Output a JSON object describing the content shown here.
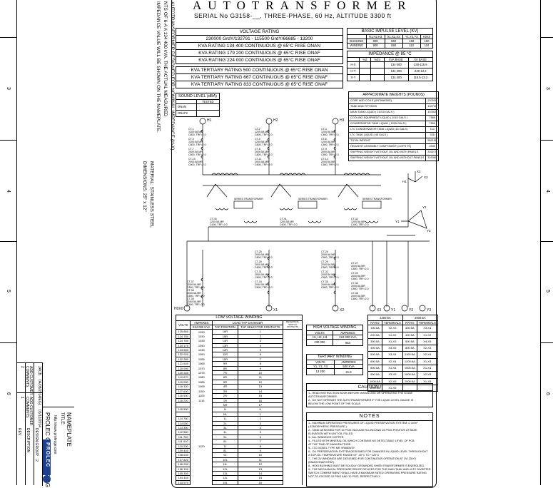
{
  "title": "AUTOTRANSFORMER",
  "serial_line": "SERIAL No G3158-__,  THREE-PHASE, 60 Hz, ALTITUDE 3300 ft",
  "side_note": [
    "AUTOTRANSFORMER DESIGNED FOR NOMINAL IMPEDANCE (H-X)",
    "NTS OF 6-A A 134 400 kVA. THE ACTUAL MEASURED",
    "IMPEDANCE VALUE WILL BE SHOWN ON THE NAMEPLATE."
  ],
  "material_note": [
    "MATERIAL: STAINLESS STEEL",
    "DIMENSIONS: 25\" x 12\""
  ],
  "voltage_rating": {
    "header": "VOLTAGE RATING",
    "line1": "230000 GrdY/132791 - 115500 GrdY/66685 - 13200",
    "rows": [
      "KVA RATING 134 400 CONTINUOUS @ 65°C RISE ONAN",
      "KVA RATING 179 200 CONTINUOUS @ 65°C RISE ONAF",
      "KVA RATING 224 000 CONTINUOUS @ 65°C RISE ONAF"
    ],
    "tertiary": [
      "KVA TERTIARY RATING 500 CONTINUOUS @ 65°C RISE ONAN",
      "KVA TERTIARY RATING 667 CONTINUOUS @ 65°C RISE ONAF",
      "KVA TERTIARY RATING 833 CONTINUOUS @ 65°C RISE ONAF"
    ]
  },
  "bil": {
    "header": "BASIC IMPULSE LEVEL (KV)",
    "cols": [
      "",
      "H1,H2,H3",
      "X1,X2,X3",
      "Y1,Y2,Y3",
      "H0X0"
    ],
    "rows": [
      [
        "BUSHING",
        "900",
        "650",
        "150",
        "150"
      ],
      [
        "WINDING",
        "900",
        "550",
        "110",
        "110"
      ]
    ]
  },
  "impedance": {
    "header": "IMPEDANCE @ 85 °C",
    "cols": [
      "",
      "%Z",
      "%Zo",
      "kVA BASE",
      "kV BASE"
    ],
    "rows": [
      [
        "H-X",
        "",
        "",
        "134 400",
        "230-115.5"
      ],
      [
        "H-Y",
        "",
        "",
        "134 400",
        "230-13.2"
      ],
      [
        "X-Y",
        "",
        "",
        "134 400",
        "115.5-13.2"
      ]
    ]
  },
  "sound": {
    "header": "SOUND LEVEL (dBA)",
    "cols": [
      "",
      "TESTED"
    ],
    "rows": [
      "ONAN",
      "ONAF2"
    ]
  },
  "weights": {
    "header": "APPROXIMATE WEIGHTS (POUNDS)",
    "rows": [
      [
        "CORE AND COILS (UNTANKING)",
        "237630"
      ],
      [
        "TANK AND FITTINGS",
        "140740"
      ],
      [
        "MAIN TANK LIQUID ( 21015 GALS )",
        "157820"
      ],
      [
        "COOLING EQUIPMENT LIQUID ( 1015 GALS )",
        "7585"
      ],
      [
        "CONSERVATOR TANK LIQUID ( 1025 GALS )",
        "7650"
      ],
      [
        "LTC CONSERVATOR TANK LIQUID (15 GALS)",
        "110"
      ],
      [
        "LTC TANK LIQUID ( 45 GALS )",
        "335"
      ],
      [
        "TOTAL WEIGHT",
        "552150"
      ],
      [
        "HEAVIEST ASSEMBLY COMPONENT (COPS TK)",
        "4940"
      ],
      [
        "SHIPPING WEIGHT WITHOUT OIL AND WITH PANELS",
        "333270"
      ],
      [
        "SHIPPING WEIGHT WITHOUT OIL AND WITHOUT PANELS",
        "329360"
      ]
    ]
  },
  "bushings": {
    "h": [
      "H1",
      "H2",
      "H3"
    ],
    "x": [
      "X1",
      "X2",
      "X3"
    ],
    "y": [
      "Y1",
      "Y2",
      "Y3"
    ],
    "h0x0": "H0X0"
  },
  "ct_labels": {
    "top": [
      [
        "CT-1",
        "1200:5A MR",
        "C800, TRF=2.0",
        "CT-4",
        "1200:5A MR",
        "C800, TRF=2.0",
        "CT-7",
        "2000:5A MR",
        "C800, TRF=2.0",
        "CT-10",
        "2000:5A MR",
        "C800, TRF=2.0"
      ],
      [
        "CT-2",
        "1200:5A MR",
        "C800, TRF=2.0",
        "CT-5",
        "1200:5A MR",
        "C800, TRF=2.0",
        "CT-8",
        "2000:5A MR",
        "C800, TRF=2.0",
        "CT-11",
        "2000:5A MR",
        "C800, TRF=2.0"
      ],
      [
        "CT-3",
        "1200:5A MR",
        "C800, TRF=2.0",
        "CT-6",
        "1200:5A MR",
        "C800, TRF=2.0",
        "CT-9",
        "2000:5A MR",
        "C800, TRF=2.0",
        "CT-12",
        "2000:5A MR",
        "C800, TRF=2.0"
      ]
    ],
    "mid": [
      "CT-40",
      "1200:5A MR",
      "C400, TRF=2.0",
      "CT-41",
      "1200:5A MR",
      "C400, TRF=2.0",
      "CT-42",
      "1200:5A MR",
      "C400, TRF=2.0"
    ],
    "bottom": [
      [
        "CT-25",
        "2000:5A MR",
        "C800, TRF=2.0",
        "CT-28",
        "2000:5A MR",
        "C800, TRF=2.0",
        "CT-31",
        "2000:5A MR",
        "C800, TRF=2.0",
        "CT-34",
        "2000:5A MR",
        "C800, TRF=2.0"
      ],
      [
        "CT-26",
        "2000:5A MR",
        "C800, TRF=2.0",
        "CT-29",
        "2000:5A MR",
        "C800, TRF=2.0",
        "CT-32",
        "2000:5A MR",
        "C800, TRF=2.0",
        "CT-35",
        "2000:5A MR",
        "C800, TRF=2.0"
      ],
      [
        "CT-27",
        "2000:5A MR",
        "C800, TRF=2.0",
        "CT-30",
        "2000:5A MR",
        "C800, TRF=2.0",
        "CT-33",
        "2000:5A MR",
        "C800, TRF=2.0",
        "CT-36",
        "2000:5A MR",
        "C800, TRF=2.0"
      ]
    ],
    "h0": [
      "CT-37",
      "2000:5A MR",
      "C800, TRF=2.0",
      "CT-38",
      "2000:5A MR",
      "C800, TRF=2.0",
      "CT-39",
      "2000:5A MR",
      "C800, TRF=2.0"
    ],
    "series": "SERIES TRANSFORMER"
  },
  "lvw": {
    "header": "LOW VOLTAGE WINDING",
    "cols": [
      "VOLTS",
      "AMPERES",
      "LOAD TAP CHANGER",
      "REVERSING SWITCH CONTACTS"
    ],
    "sub": [
      "X1, X2, X3",
      "224 000 KVA",
      "TAP POSITION",
      "TAP SELECTOR CONTACTS"
    ],
    "rows": [
      [
        "125 860",
        "1030",
        "16R",
        "1"
      ],
      [
        "124 780",
        "1030",
        "15R",
        "2"
      ],
      [
        "124 780",
        "1035",
        "14R",
        "3"
      ],
      [
        "124 170",
        "1040",
        "13R",
        "4"
      ],
      [
        "123 550",
        "1045",
        "12R",
        "5"
      ],
      [
        "122 920",
        "1050",
        "11R",
        "6"
      ],
      [
        "122 280",
        "1055",
        "10R",
        "7"
      ],
      [
        "121 640",
        "1065",
        "9R",
        "8"
      ],
      [
        "120 990",
        "1070",
        "8R",
        "9"
      ],
      [
        "120 340",
        "1075",
        "7R",
        "10"
      ],
      [
        "119 670",
        "1080",
        "6R",
        "11"
      ],
      [
        "119 000",
        "1085",
        "5R",
        "12"
      ],
      [
        "118 320",
        "1095",
        "4R",
        "13"
      ],
      [
        "117 630",
        "1100",
        "3R",
        "14"
      ],
      [
        "116 930",
        "1105",
        "2R",
        "15"
      ],
      [
        "116 220",
        "1115",
        "1R",
        "16"
      ],
      [
        "",
        "",
        "NR",
        "17"
      ],
      [
        "115 500",
        "",
        "N",
        "K"
      ],
      [
        "",
        "",
        "NL",
        "1"
      ],
      [
        "114 780",
        "",
        "1L",
        "2"
      ],
      [
        "114 050",
        "",
        "2L",
        "3"
      ],
      [
        "113 300",
        "",
        "3L",
        "4"
      ],
      [
        "112 560",
        "",
        "4L",
        "5"
      ],
      [
        "111 790",
        "",
        "5L",
        "6"
      ],
      [
        "111 010",
        "",
        "6L",
        "7"
      ],
      [
        "110 230",
        "1120",
        "7L",
        "8"
      ],
      [
        "109 440",
        "",
        "8L",
        "9"
      ],
      [
        "108 630",
        "",
        "9L",
        "10"
      ],
      [
        "107 820",
        "",
        "10L",
        "11"
      ],
      [
        "106 990",
        "",
        "11L",
        "12"
      ],
      [
        "106 150",
        "",
        "12L",
        "13"
      ],
      [
        "105 300",
        "",
        "13L",
        "14"
      ],
      [
        "104 440",
        "",
        "14L",
        "15"
      ],
      [
        "103 570",
        "",
        "15L",
        "16"
      ]
    ]
  },
  "hvw": {
    "header": "HIGH VOLTAGE WINDING",
    "cols": [
      "VOLTS",
      "AMPERES"
    ],
    "sub": [
      "H1, H2, H3",
      "224 000 KVA"
    ],
    "rows": [
      [
        "230 000",
        "563"
      ]
    ]
  },
  "tw": {
    "header": "TERTIARY WINDING",
    "cols": [
      "VOLTS",
      "AMPERES"
    ],
    "sub": [
      "Y1, Y2, Y3",
      "500 KVA"
    ],
    "rows": [
      [
        "13 200",
        "21.8"
      ]
    ]
  },
  "ct_ratio": {
    "head1": "1200:5A",
    "head2": "2000:5A",
    "cols": [
      "RATIO",
      "TERMINALS",
      "RATIO",
      "TERMINALS"
    ],
    "rows": [
      [
        "100:5A",
        "X2-X3",
        "300:5A",
        "X3-X4"
      ],
      [
        "200:5A",
        "X1-X2",
        "400:5A",
        "X1-X2"
      ],
      [
        "300:5A",
        "X1-X3",
        "500:5A",
        "X4-X5"
      ],
      [
        "400:5A",
        "X4-X5",
        "800:5A",
        "X2-X3"
      ],
      [
        "500:5A",
        "X3-X4",
        "1100:5A",
        "X2-X4"
      ],
      [
        "600:5A",
        "X2-X4",
        "1200:5A",
        "X1-X3"
      ],
      [
        "800:5A",
        "X1-X4",
        "1500:5A",
        "X1-X4"
      ],
      [
        "900:5A",
        "X3-X5",
        "1600:5A",
        "X2-X5"
      ],
      [
        "1000:5A",
        "X2-X5",
        "2000:5A",
        "X1-X5"
      ],
      [
        "1200:5A",
        "X1-X5",
        "",
        ""
      ]
    ]
  },
  "caution": {
    "header": "CAUTION !",
    "lines": [
      "1.- READ INSTRUCTION BOOK BEFORE INSTALLING OR OPERATING THE G3158",
      "    AUTOTRANSFORMER.",
      "2.- DO NOT OPERATE THE AUTOTRANSFORMER IF THE LIQUID LEVEL GAUGE IS",
      "    BELOW THE LOW POINT OF THE SCALE."
    ]
  },
  "notes": {
    "header": "NOTES",
    "lines": [
      "1.- MAXIMUM OPERATING PRESSURES OF LIQUID PRESERVATION SYSTEM: 0 Lb/in²",
      "    ( ATMOSPHERIC PRESSURE ).",
      "2.- TANK DESIGNED FOR 15 PSIG VACUUM FILLING AND 15 PSIG POSITIVE AT BASE",
      "    ELEVATION WITH UNIT OIL FILLED.",
      "3.- ALL WINDINGS COPPER.",
      "4.- FILLED WITH MINERAL OIL WHICH CONTAINS NO DETECTABLE LEVEL OF PCB",
      "    AT THE TIME OF MANUFACTURE.",
      "5.- LTC MODEL TYPE MR VR6800/3Y.",
      "6.- OIL PRESERVATION SYSTEM DESIGNED FOR CHANGES IN LIQUID LEVEL THROUGHOUT",
      "    A TOP-OIL TEMPERATURE RANGE OF -30°C TO +120°C",
      "7.- THE 2V WINDINGS ARE DESIGNED FOR CONTINUOUS OPERATION AT 2V/-25 KV",
      "    (DMAX/ONAF/OFAF).",
      "8.- H0X0 BUSHING MUST BE SOLIDLY GROUNDED WHEN TRANSFORMER IS ENERGIZED.",
      "9.- THE MECHANICAL PRESSURE RELIEF DEVICES FOR THE MAIN TANK AND ULTC DIVERTER",
      "    SWITCH COMPARTMENT SHALL HAVE A MAXIMUM RATED OPERATING PRESSURE RATING",
      "    NOT TO EXCEED 10 PSIG AND 10 PSIG, RESPECTIVELY."
    ]
  },
  "revisions": {
    "rows": [
      [
        "2",
        "ADD CUSTOMER",
        "COMMENTS."
      ],
      [
        "",
        "JACB",
        "04/08/2014"
      ],
      [
        "1",
        "ADD CUSTOMER",
        "COMMENTS."
      ],
      [
        "",
        "JEGL",
        "03/12/2014"
      ]
    ],
    "rev_label": "REV",
    "desc_label": "DESCRIPTION",
    "design_group_label": "DESIGN GROUP",
    "design_group_value": "2"
  },
  "title_block": {
    "company": "PROLEC GE ENGINEERING",
    "url": "http://www.prolecge.com",
    "title_label": "TITLE:",
    "title_value": "NAMEPLATE",
    "logo": "PROLEC"
  },
  "border_numbers": [
    "3",
    "4",
    "5",
    "6"
  ],
  "colors": {
    "ink": "#000000",
    "paper": "#ffffff",
    "logo_bg": "#1f3f8f"
  }
}
